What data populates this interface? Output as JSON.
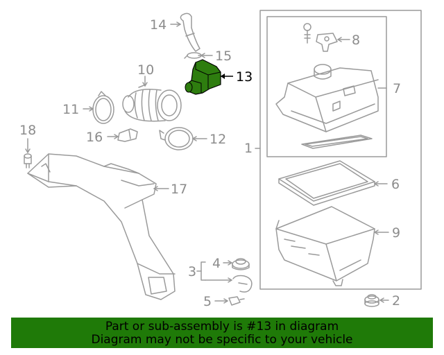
{
  "callouts": {
    "c1": "1",
    "c2": "2",
    "c3": "3",
    "c4": "4",
    "c5": "5",
    "c6": "6",
    "c7": "7",
    "c8": "8",
    "c9": "9",
    "c10": "10",
    "c11": "11",
    "c12": "12",
    "c13": "13",
    "c14": "14",
    "c15": "15",
    "c16": "16",
    "c17": "17",
    "c18": "18"
  },
  "highlight": {
    "part": "13",
    "color": "#2e7d0f"
  },
  "banner": {
    "line1": "Part or sub-assembly is #13 in diagram",
    "line2": "Diagram may not be specific to your vehicle",
    "color": "#1f7a08"
  }
}
